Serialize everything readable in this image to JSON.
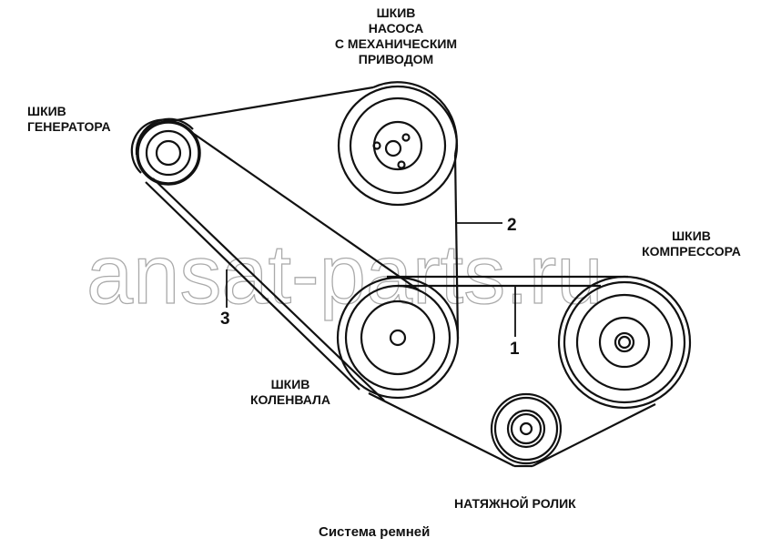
{
  "labels": {
    "pump": "ШКИВ\nНАСОСА\nС МЕХАНИЧЕСКИМ\nПРИВОДОМ",
    "generator": "ШКИВ\nГЕНЕРАТОРА",
    "compressor": "ШКИВ\nКОМПРЕССОРА",
    "crankshaft": "ШКИВ\nКОЛЕНВАЛА",
    "tensioner": "НАТЯЖНОЙ РОЛИК"
  },
  "belt_numbers": {
    "one": "1",
    "two": "2",
    "three": "3"
  },
  "caption": "Система ремней",
  "watermark": "ansat-parts.ru"
}
